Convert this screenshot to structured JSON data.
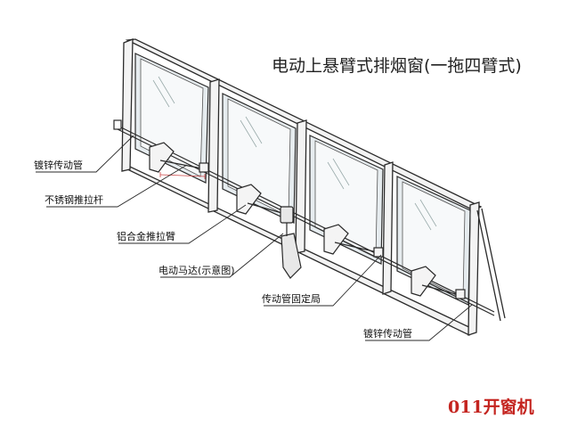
{
  "title": "电动上悬臂式排烟窗(一拖四臂式)",
  "labels": {
    "galv_tube_left": "镀锌传动管",
    "stainless_rod": "不锈钢推拉杆",
    "aluminum_arm": "铝合金推拉臂",
    "motor": "电动马达(示意图)",
    "tube_fixer": "传动管固定局",
    "galv_tube_right": "镀锌传动管"
  },
  "watermark": "011开窗机",
  "colors": {
    "line": "#2a2a2a",
    "frame_fill": "#f2f2f2",
    "glass": "#dfe6ea",
    "brand": "#c4241f"
  }
}
